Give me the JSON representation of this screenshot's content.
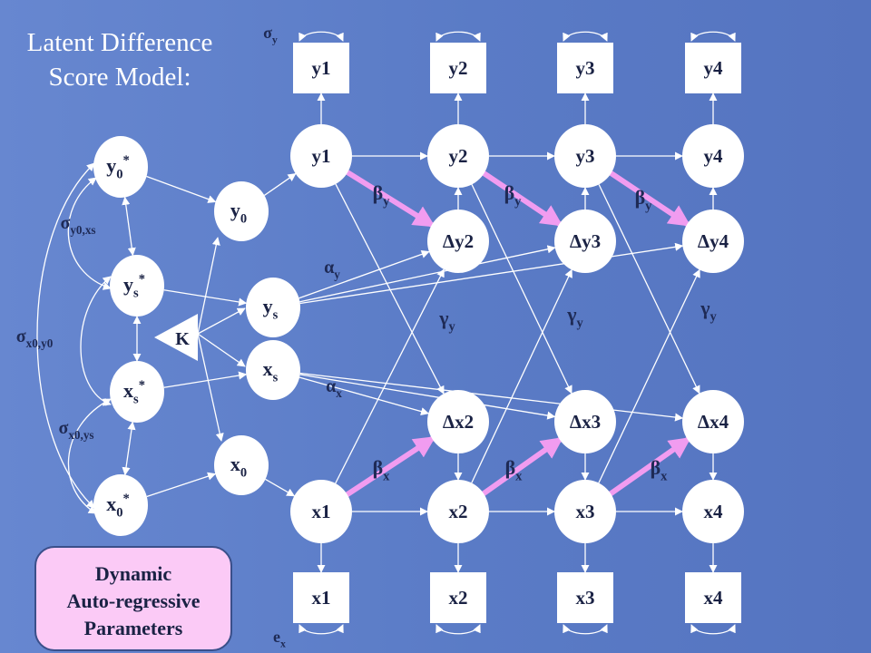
{
  "title": {
    "line1": "Latent Difference",
    "line2": "Score Model:"
  },
  "callout": {
    "line1": "Dynamic",
    "line2": "Auto-regressive",
    "line3": "Parameters"
  },
  "observed_y": [
    "y1",
    "y2",
    "y3",
    "y4"
  ],
  "observed_x": [
    "x1",
    "x2",
    "x3",
    "x4"
  ],
  "latent_y": [
    "y1",
    "y2",
    "y3",
    "y4"
  ],
  "latent_x": [
    "x1",
    "x2",
    "x3",
    "x4"
  ],
  "delta_y": [
    "Δy2",
    "Δy3",
    "Δy4"
  ],
  "delta_x": [
    "Δx2",
    "Δx3",
    "Δx4"
  ],
  "factors": {
    "y0_star": {
      "base": "y",
      "sub": "0",
      "sup": "*"
    },
    "ys_star": {
      "base": "y",
      "sub": "s",
      "sup": "*"
    },
    "xs_star": {
      "base": "x",
      "sub": "s",
      "sup": "*"
    },
    "x0_star": {
      "base": "x",
      "sub": "0",
      "sup": "*"
    },
    "y0": {
      "base": "y",
      "sub": "0"
    },
    "ys": {
      "base": "y",
      "sub": "s"
    },
    "xs": {
      "base": "x",
      "sub": "s"
    },
    "x0": {
      "base": "x",
      "sub": "0"
    },
    "k": "K"
  },
  "labels": {
    "sigma_y": {
      "base": "σ",
      "sub": "y"
    },
    "e_x": {
      "base": "e",
      "sub": "x"
    },
    "sigma_y0_xs": {
      "base": "σ",
      "sub": "y0,xs"
    },
    "sigma_x0_y0": {
      "base": "σ",
      "sub": "x0,y0"
    },
    "sigma_x0_ys": {
      "base": "σ",
      "sub": "x0,ys"
    },
    "alpha_y": {
      "base": "α",
      "sub": "y"
    },
    "alpha_x": {
      "base": "α",
      "sub": "x"
    },
    "beta_y": {
      "base": "β",
      "sub": "y"
    },
    "beta_x": {
      "base": "β",
      "sub": "x"
    },
    "gamma_y": {
      "base": "γ",
      "sub": "y"
    }
  },
  "colors": {
    "background": "#5f7fc8",
    "node_fill": "#ffffff",
    "highlight_arrow": "#f19cf0",
    "callout_fill": "#fbcaf6",
    "line": "#ffffff",
    "title_text": "#ffffff",
    "node_text": "#1a2244"
  }
}
